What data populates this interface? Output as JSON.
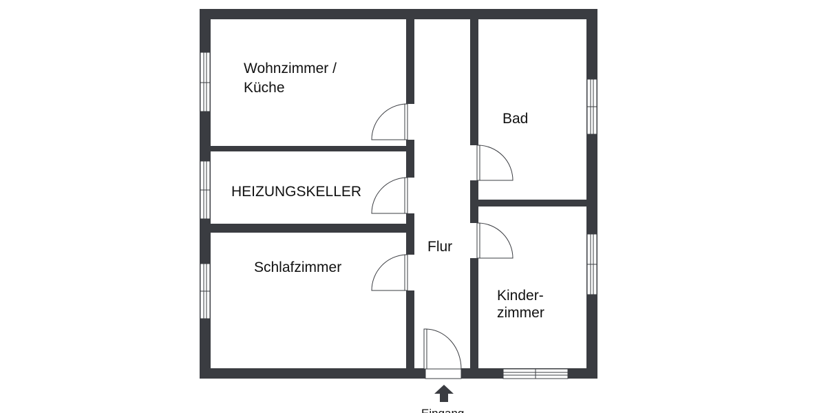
{
  "rooms": {
    "living": {
      "line1": "Wohnzimmer /",
      "line2": "Küche"
    },
    "bath": {
      "label": "Bad"
    },
    "boiler": {
      "label": "HEIZUNGSKELLER"
    },
    "hall": {
      "label": "Flur"
    },
    "bedroom": {
      "label": "Schlafzimmer"
    },
    "kids": {
      "line1": "Kinder-",
      "line2": "zimmer"
    }
  },
  "entrance": {
    "label": "Eingang",
    "icon": "arrow-up-icon"
  },
  "colors": {
    "wall": "#3a3c41",
    "background": "#ffffff",
    "text": "#111111"
  }
}
